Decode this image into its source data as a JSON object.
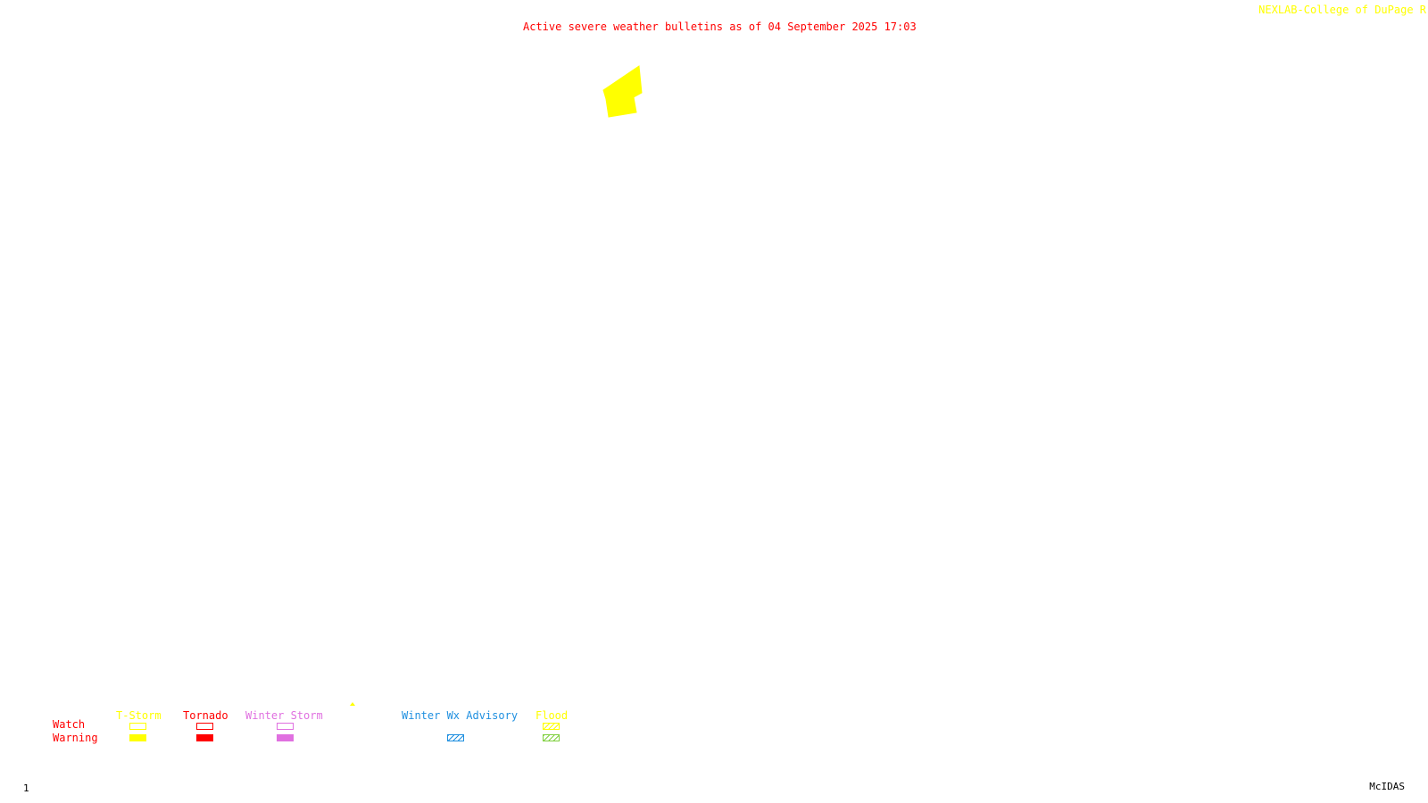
{
  "header": {
    "title": "Active severe weather bulletins as of 04 September 2025 17:03",
    "credit": "NEXLAB-College of DuPage R"
  },
  "legend": {
    "row_labels": {
      "watch": "Watch",
      "warning": "Warning"
    },
    "categories": [
      {
        "label": "T-Storm",
        "color": "#ffff00"
      },
      {
        "label": "Tornado",
        "color": "#ff0000"
      },
      {
        "label": "Winter Storm",
        "color": "#e070e0"
      },
      {
        "label": "Winter Wx Advisory",
        "color": "#2090e0"
      },
      {
        "label": "Flood",
        "color": "#ffff00",
        "warning_color": "#80d040"
      }
    ]
  },
  "footer": {
    "frame_number": "1",
    "software": "McIDAS"
  },
  "map": {
    "alert_color": "#ffff00"
  }
}
